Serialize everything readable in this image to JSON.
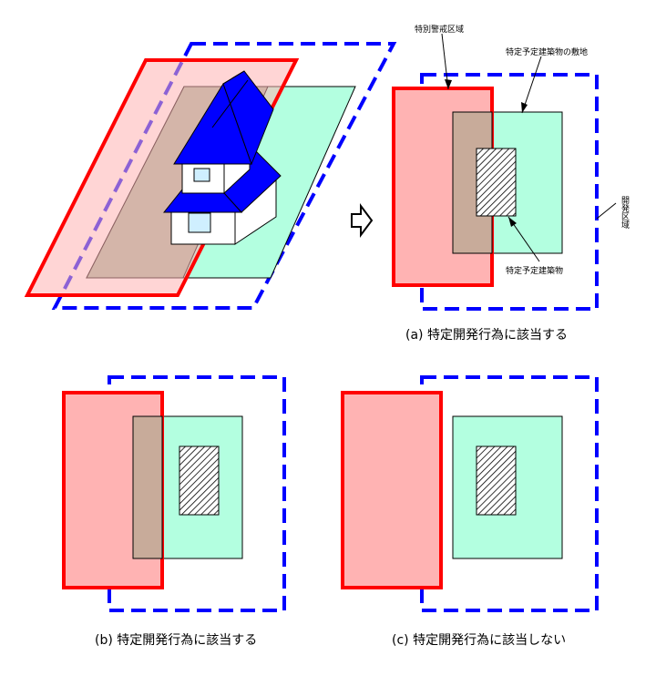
{
  "labels": {
    "special_warning_zone": "特別警戒区域",
    "planned_building_site": "特定予定建築物の敷地",
    "development_zone": "開発区域",
    "planned_building": "特定予定建築物"
  },
  "captions": {
    "a": "(a) 特定開発行為に該当する",
    "b": "(b) 特定開発行為に該当する",
    "c": "(c) 特定開発行為に該当しない"
  },
  "colors": {
    "warning_zone_fill": "#ffb3b3",
    "warning_zone_stroke": "#ff0000",
    "development_zone_stroke": "#0000ff",
    "site_fill": "#b3ffe0",
    "overlap_fill": "#c8ab9a",
    "roof_fill": "#0000ff"
  }
}
